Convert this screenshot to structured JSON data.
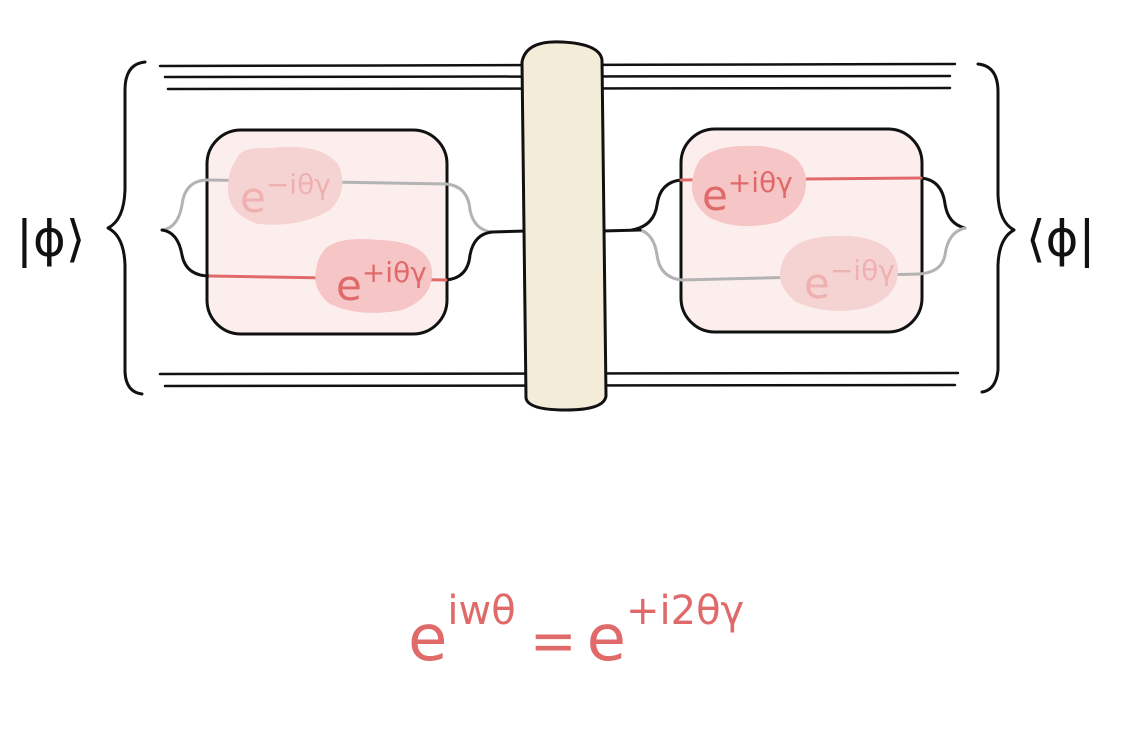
{
  "diagram": {
    "ket": {
      "left": "|ϕ⟩",
      "right": "⟨ϕ|"
    },
    "phases": {
      "left_upper": {
        "base": "e",
        "exponent": "−iθγ",
        "highlight": false
      },
      "left_lower": {
        "base": "e",
        "exponent": "+iθγ",
        "highlight": true
      },
      "right_upper": {
        "base": "e",
        "exponent": "+iθγ",
        "highlight": true
      },
      "right_lower": {
        "base": "e",
        "exponent": "−iθγ",
        "highlight": false
      }
    },
    "equation": {
      "lhs_base": "e",
      "lhs_exponent": "iwθ",
      "equals": "=",
      "rhs_base": "e",
      "rhs_exponent": "+i2θγ"
    },
    "colors": {
      "ink": "#111111",
      "highlight": "#e06a6a",
      "faint": "#efb0b0",
      "box_fill": "#fdeeee",
      "bar_fill": "#f3ecd9",
      "inactive_wire": "#b3b3b3"
    }
  }
}
